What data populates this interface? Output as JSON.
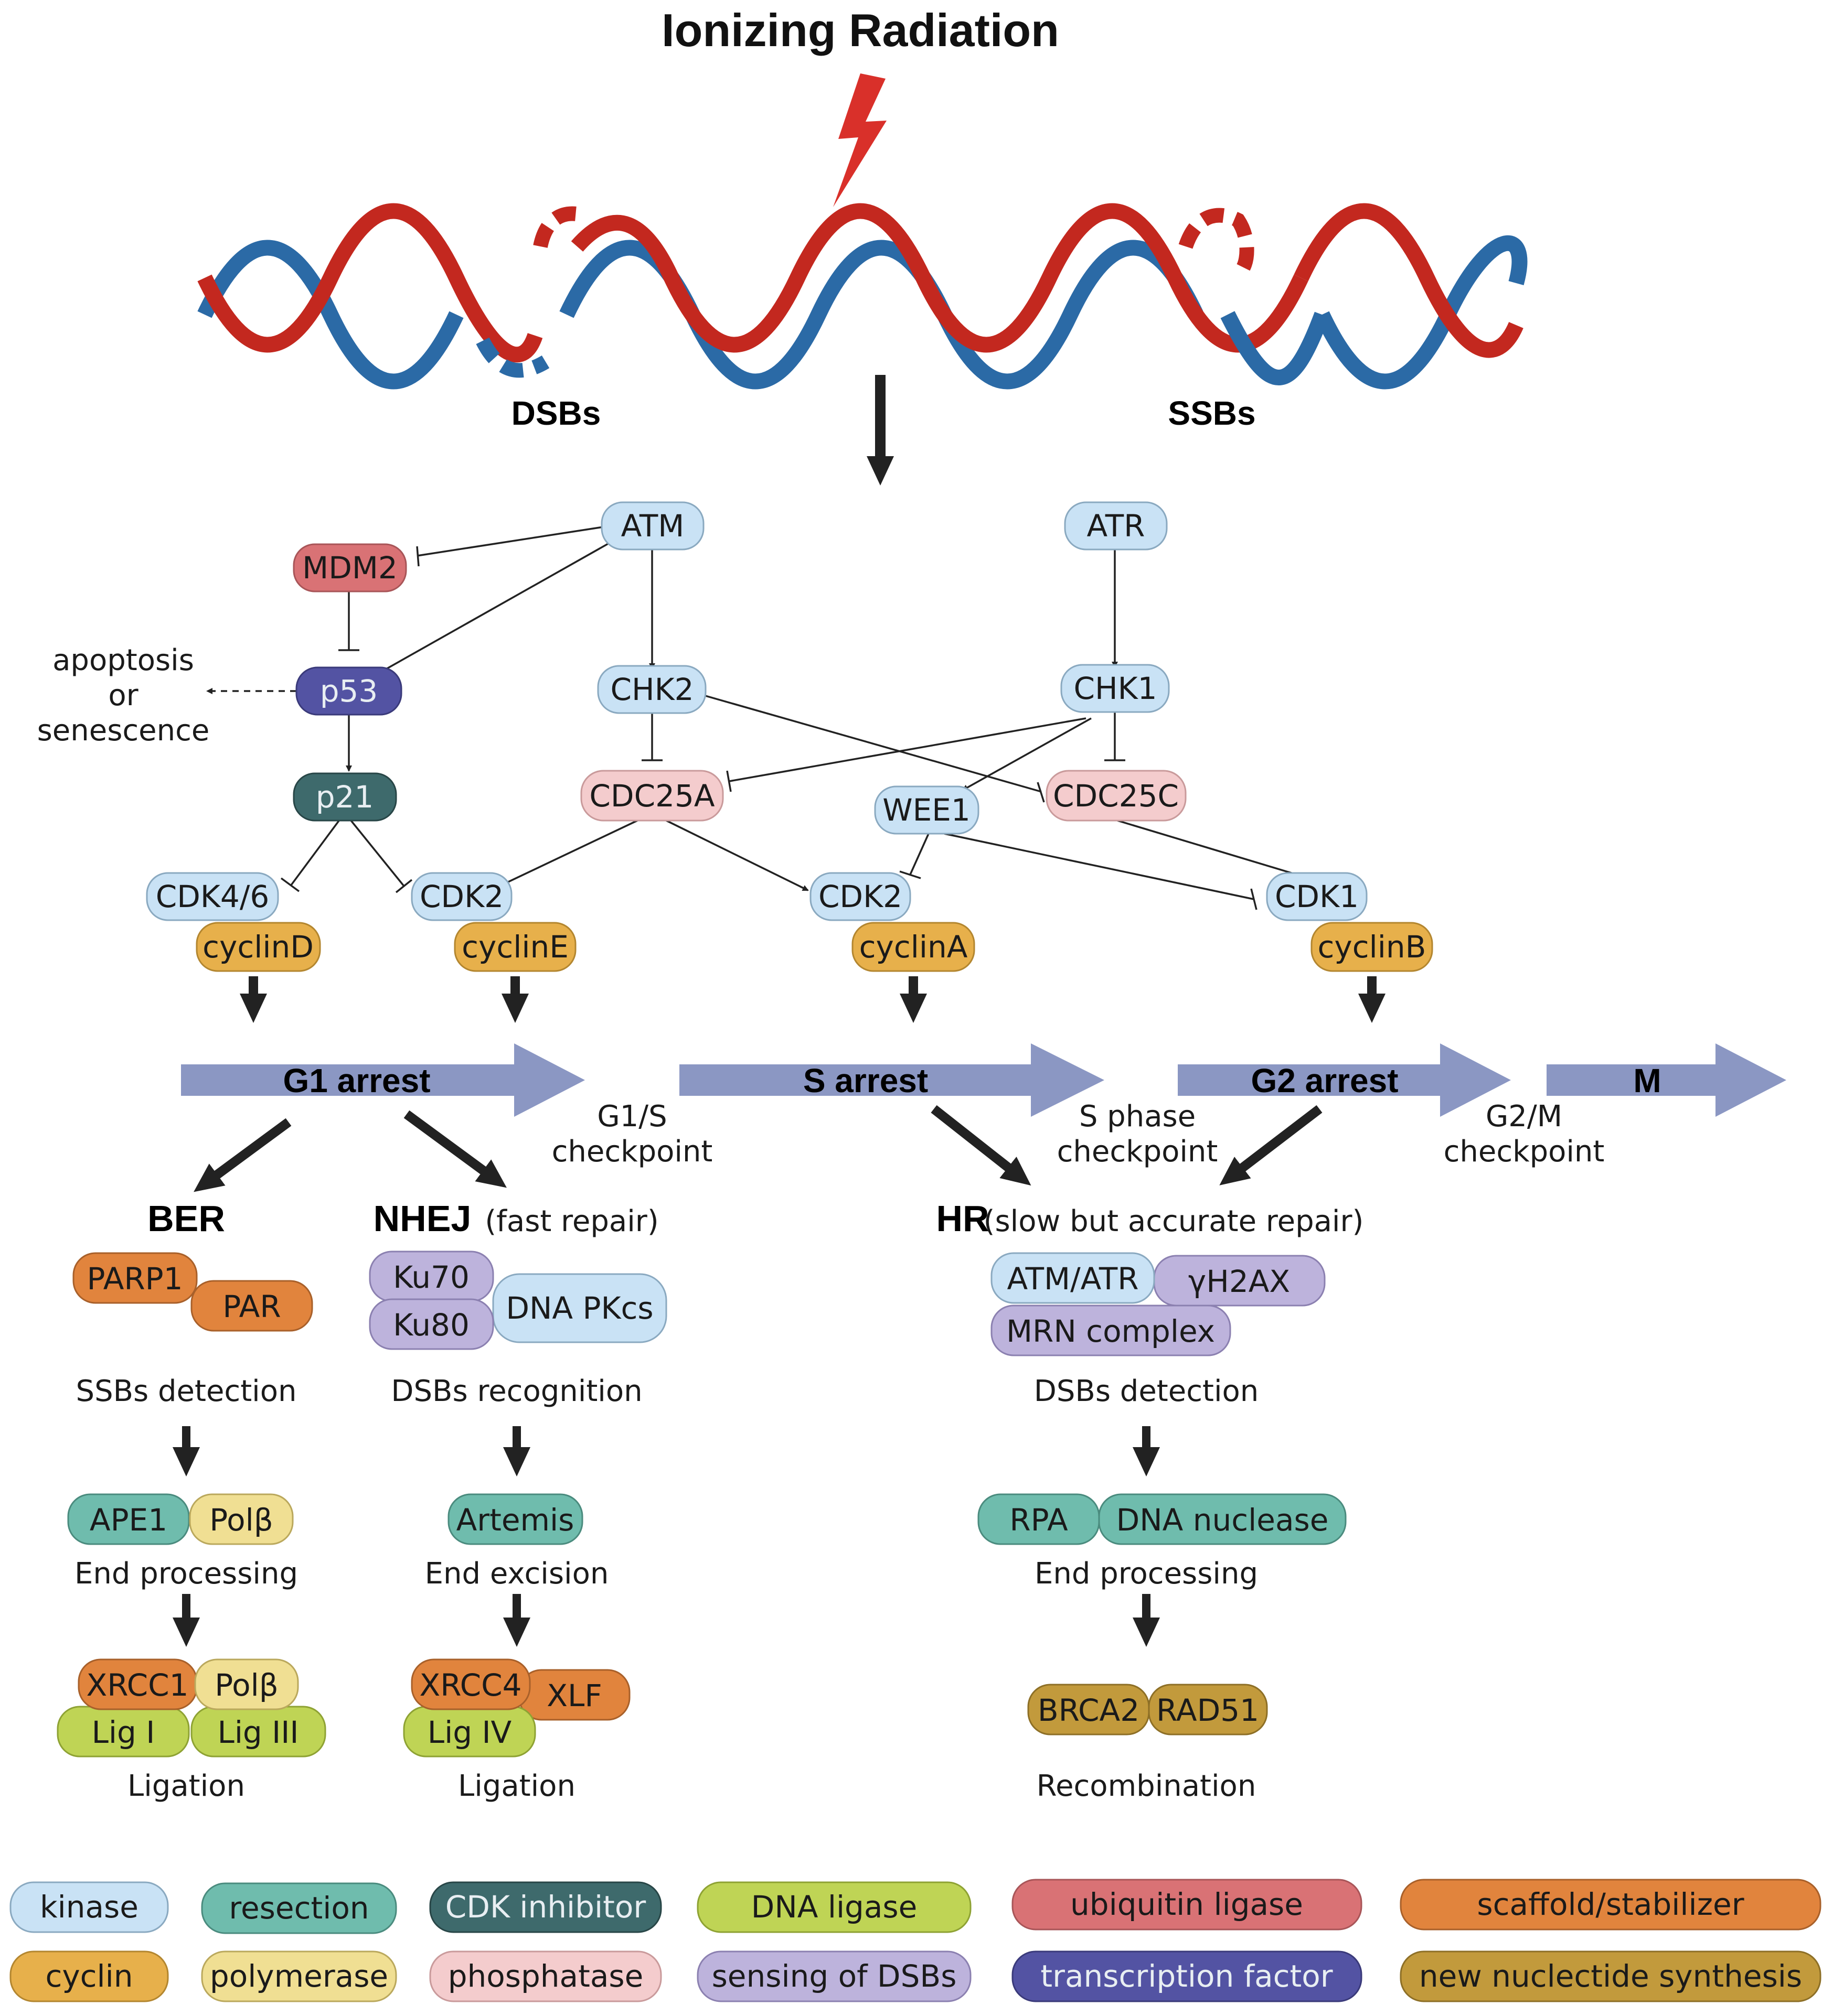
{
  "title": "Ionizing Radiation",
  "damage": {
    "dsb_label": "DSBs",
    "ssb_label": "SSBs"
  },
  "signaling": {
    "atm": "ATM",
    "atr": "ATR",
    "mdm2": "MDM2",
    "p53": "p53",
    "p21": "p21",
    "chk2": "CHK2",
    "chk1": "CHK1",
    "cdc25a": "CDC25A",
    "cdc25c": "CDC25C",
    "wee1": "WEE1",
    "cdk46": "CDK4/6",
    "cdk2_left": "CDK2",
    "cdk2_mid": "CDK2",
    "cdk1": "CDK1",
    "cyclind": "cyclinD",
    "cycline": "cyclinE",
    "cyclina": "cyclinA",
    "cyclinb": "cyclinB",
    "apoptosis": [
      "apoptosis",
      "or",
      "senescence"
    ]
  },
  "cell_cycle": {
    "g1": "G1 arrest",
    "s": "S arrest",
    "g2": "G2 arrest",
    "m": "M",
    "g1s": [
      "G1/S",
      "checkpoint"
    ],
    "sphase": [
      "S phase",
      "checkpoint"
    ],
    "g2m": [
      "G2/M",
      "checkpoint"
    ]
  },
  "ber": {
    "title": "BER",
    "parp1": "PARP1",
    "par": "PAR",
    "step1": "SSBs detection",
    "ape1": "APE1",
    "polb1": "Polβ",
    "step2": "End processing",
    "xrcc1": "XRCC1",
    "polb2": "Polβ",
    "lig1": "Lig I",
    "lig3": "Lig III",
    "step3": "Ligation"
  },
  "nhej": {
    "title": "NHEJ",
    "subtitle": "(fast repair)",
    "ku70": "Ku70",
    "ku80": "Ku80",
    "dnapkcs": "DNA PKcs",
    "step1": "DSBs recognition",
    "artemis": "Artemis",
    "step2": "End excision",
    "xrcc4": "XRCC4",
    "xlf": "XLF",
    "lig4": "Lig IV",
    "step3": "Ligation"
  },
  "hr": {
    "title": "HR",
    "subtitle": "(slow but accurate repair)",
    "atmatr": "ATM/ATR",
    "h2ax": "γH2AX",
    "mrn": "MRN complex",
    "step1": "DSBs detection",
    "rpa": "RPA",
    "nuclease": "DNA nuclease",
    "step2": "End processing",
    "brca2": "BRCA2",
    "rad51": "RAD51",
    "step3": "Recombination"
  },
  "legend": [
    {
      "label": "kinase",
      "color": "#c9e2f5"
    },
    {
      "label": "resection",
      "color": "#6fbcad"
    },
    {
      "label": "CDK inhibitor",
      "color": "#3e6a6c"
    },
    {
      "label": "DNA ligase",
      "color": "#bfd455"
    },
    {
      "label": "ubiquitin ligase",
      "color": "#d97275"
    },
    {
      "label": "scaffold/stabilizer",
      "color": "#e1843d"
    },
    {
      "label": "cyclin",
      "color": "#e7b04b"
    },
    {
      "label": "polymerase",
      "color": "#f0df93"
    },
    {
      "label": "phosphatase",
      "color": "#f4cccd"
    },
    {
      "label": "sensing of DSBs",
      "color": "#bdb3dc"
    },
    {
      "label": "transcription factor",
      "color": "#5353a3"
    },
    {
      "label": "new nuclectide synthesis",
      "color": "#c29a3c"
    }
  ]
}
